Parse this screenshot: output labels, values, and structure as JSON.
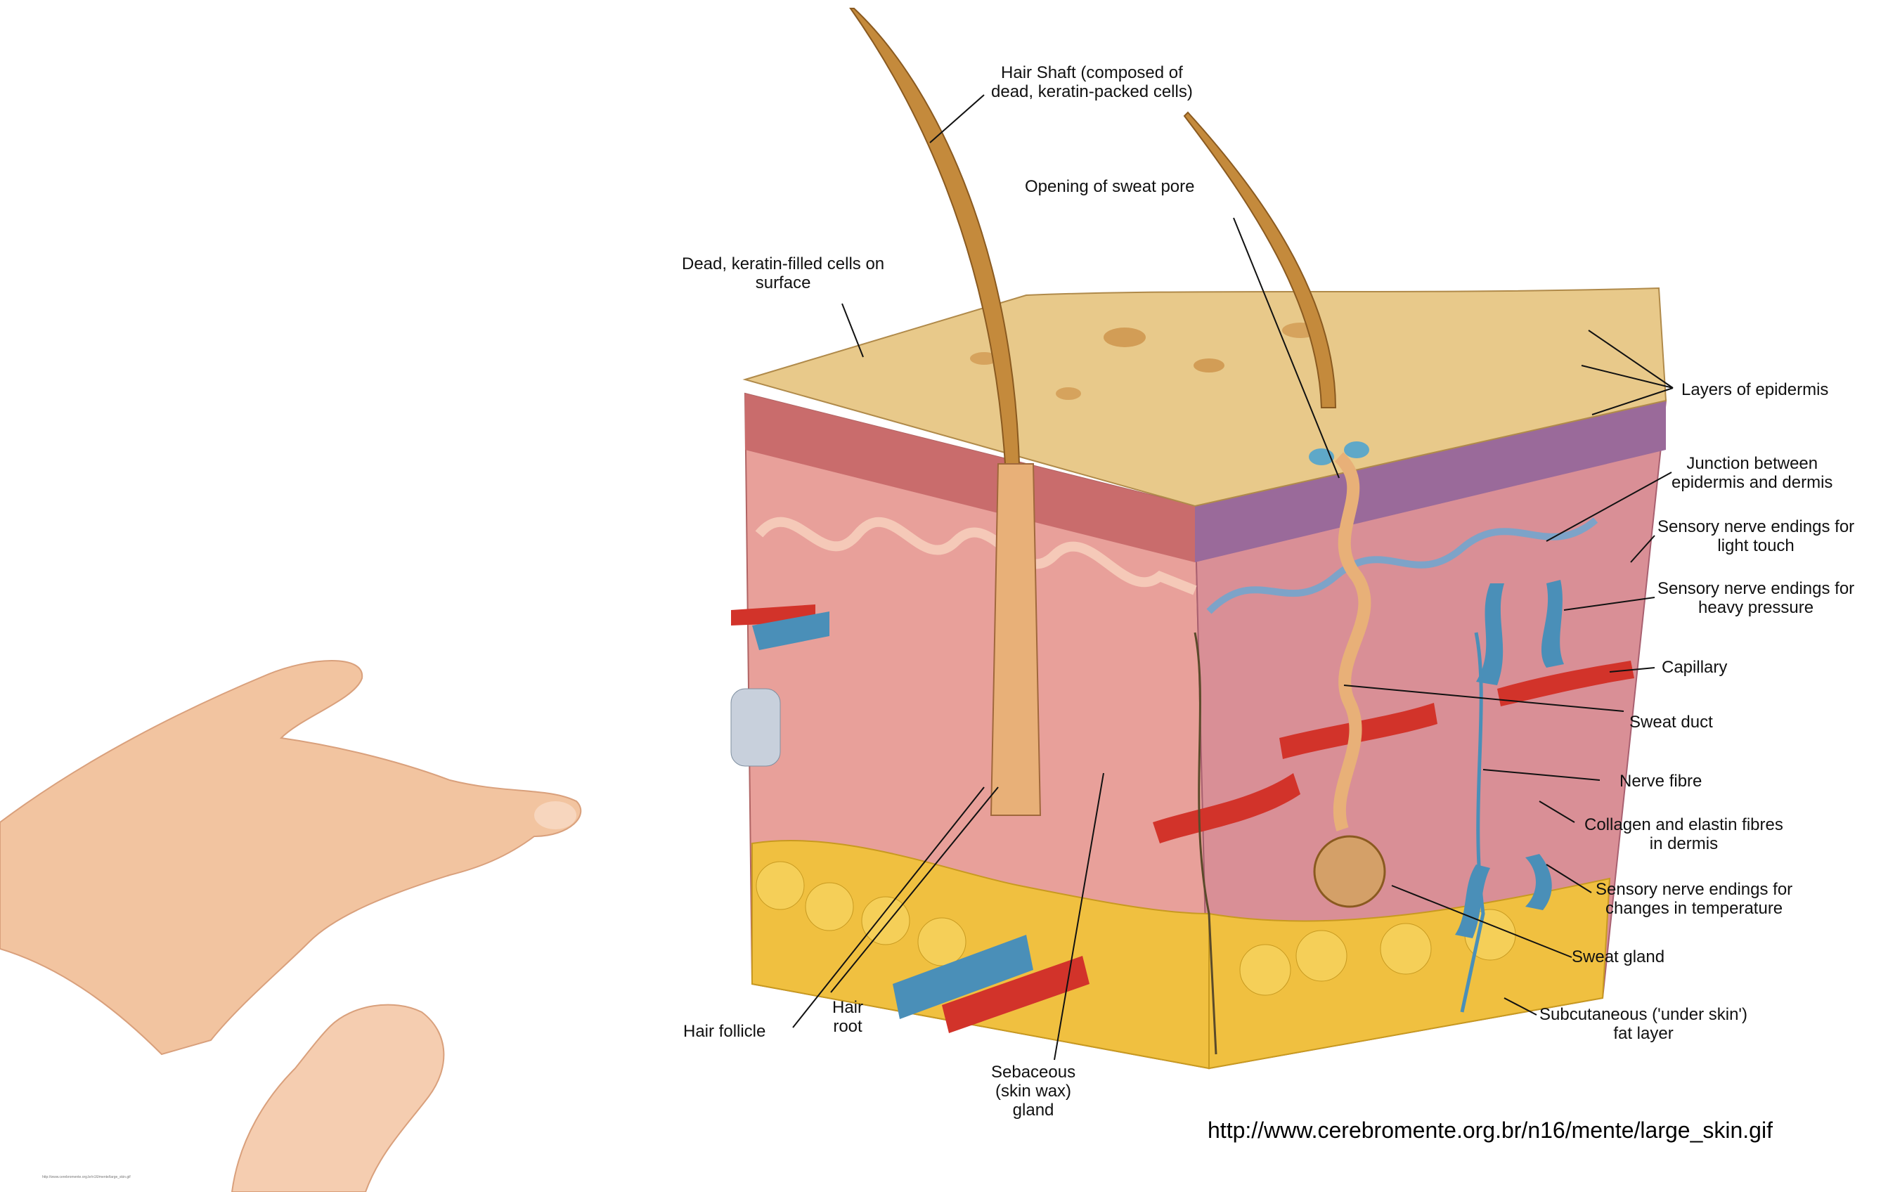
{
  "diagram": {
    "labels": {
      "hair_shaft": "Hair Shaft (composed of\ndead, keratin-packed cells)",
      "sweat_pore": "Opening of sweat pore",
      "dead_cells": "Dead, keratin-filled cells on\nsurface",
      "layers_epidermis": "Layers of epidermis",
      "junction": "Junction between\nepidermis and dermis",
      "light_touch": "Sensory nerve endings for\nlight touch",
      "heavy_pressure": "Sensory nerve endings for\nheavy pressure",
      "capillary": "Capillary",
      "sweat_duct": "Sweat duct",
      "nerve_fibre": "Nerve fibre",
      "collagen": "Collagen and elastin fibres\nin dermis",
      "temperature": "Sensory nerve endings for\nchanges in temperature",
      "sweat_gland": "Sweat gland",
      "subcutaneous": "Subcutaneous ('under skin')\nfat layer",
      "hair_follicle": "Hair follicle",
      "hair_root": "Hair\nroot",
      "sebaceous": "Sebaceous\n(skin wax)\ngland"
    },
    "source_url": "http://www.cerebromente.org.br/n16/mente/large_skin.gif",
    "tiny_url": "http://www.cerebromente.org.br/n16/mente/large_skin.gif"
  },
  "colors": {
    "epidermis_top": "#e8c98a",
    "dermis": "#e8a09a",
    "dermis_dark": "#c96c6c",
    "fat": "#f0c040",
    "hair": "#c48a3c",
    "vessel_red": "#d2332a",
    "vessel_blue": "#4a8fb8",
    "skin_hand": "#f2c4a0"
  }
}
